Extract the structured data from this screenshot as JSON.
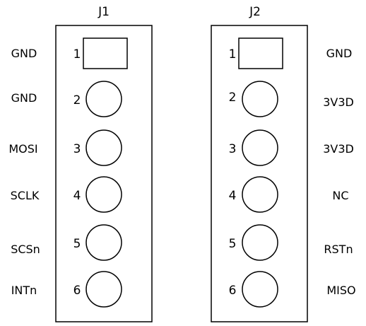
{
  "connectors": [
    {
      "name": "J1",
      "pins": [
        {
          "number": "1",
          "signal": "GND",
          "shape": "square"
        },
        {
          "number": "2",
          "signal": "GND",
          "shape": "round"
        },
        {
          "number": "3",
          "signal": "MOSI",
          "shape": "round"
        },
        {
          "number": "4",
          "signal": "SCLK",
          "shape": "round"
        },
        {
          "number": "5",
          "signal": "SCSn",
          "shape": "round"
        },
        {
          "number": "6",
          "signal": "INTn",
          "shape": "round"
        }
      ]
    },
    {
      "name": "J2",
      "pins": [
        {
          "number": "1",
          "signal": "GND",
          "shape": "square"
        },
        {
          "number": "2",
          "signal": "3V3D",
          "shape": "round"
        },
        {
          "number": "3",
          "signal": "3V3D",
          "shape": "round"
        },
        {
          "number": "4",
          "signal": "NC",
          "shape": "round"
        },
        {
          "number": "5",
          "signal": "RSTn",
          "shape": "round"
        },
        {
          "number": "6",
          "signal": "MISO",
          "shape": "round"
        }
      ]
    }
  ]
}
